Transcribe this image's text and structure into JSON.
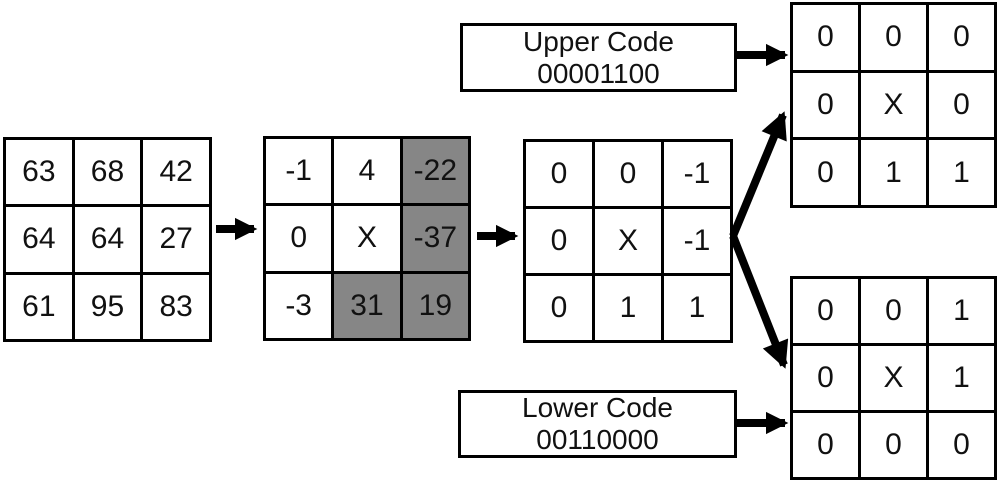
{
  "figure": {
    "background_color": "#ffffff",
    "line_color": "#000000",
    "highlight_color": "#868686",
    "grids": {
      "pixel": {
        "rows": [
          [
            "63",
            "68",
            "42"
          ],
          [
            "64",
            "64",
            "27"
          ],
          [
            "61",
            "95",
            "83"
          ]
        ],
        "gray_cells": []
      },
      "difference": {
        "rows": [
          [
            "-1",
            "4",
            "-22"
          ],
          [
            "0",
            "X",
            "-37"
          ],
          [
            "-3",
            "31",
            "19"
          ]
        ],
        "gray_cells": [
          [
            0,
            2
          ],
          [
            1,
            2
          ],
          [
            2,
            1
          ],
          [
            2,
            2
          ]
        ]
      },
      "threshold": {
        "rows": [
          [
            "0",
            "0",
            "-1"
          ],
          [
            "0",
            "X",
            "-1"
          ],
          [
            "0",
            "1",
            "1"
          ]
        ],
        "gray_cells": []
      },
      "upper": {
        "rows": [
          [
            "0",
            "0",
            "0"
          ],
          [
            "0",
            "X",
            "0"
          ],
          [
            "0",
            "1",
            "1"
          ]
        ],
        "gray_cells": []
      },
      "lower": {
        "rows": [
          [
            "0",
            "0",
            "1"
          ],
          [
            "0",
            "X",
            "1"
          ],
          [
            "0",
            "0",
            "0"
          ]
        ],
        "gray_cells": []
      }
    },
    "labels": {
      "upper_code": {
        "title": "Upper Code",
        "value": "00001100"
      },
      "lower_code": {
        "title": "Lower Code",
        "value": "00110000"
      }
    }
  }
}
